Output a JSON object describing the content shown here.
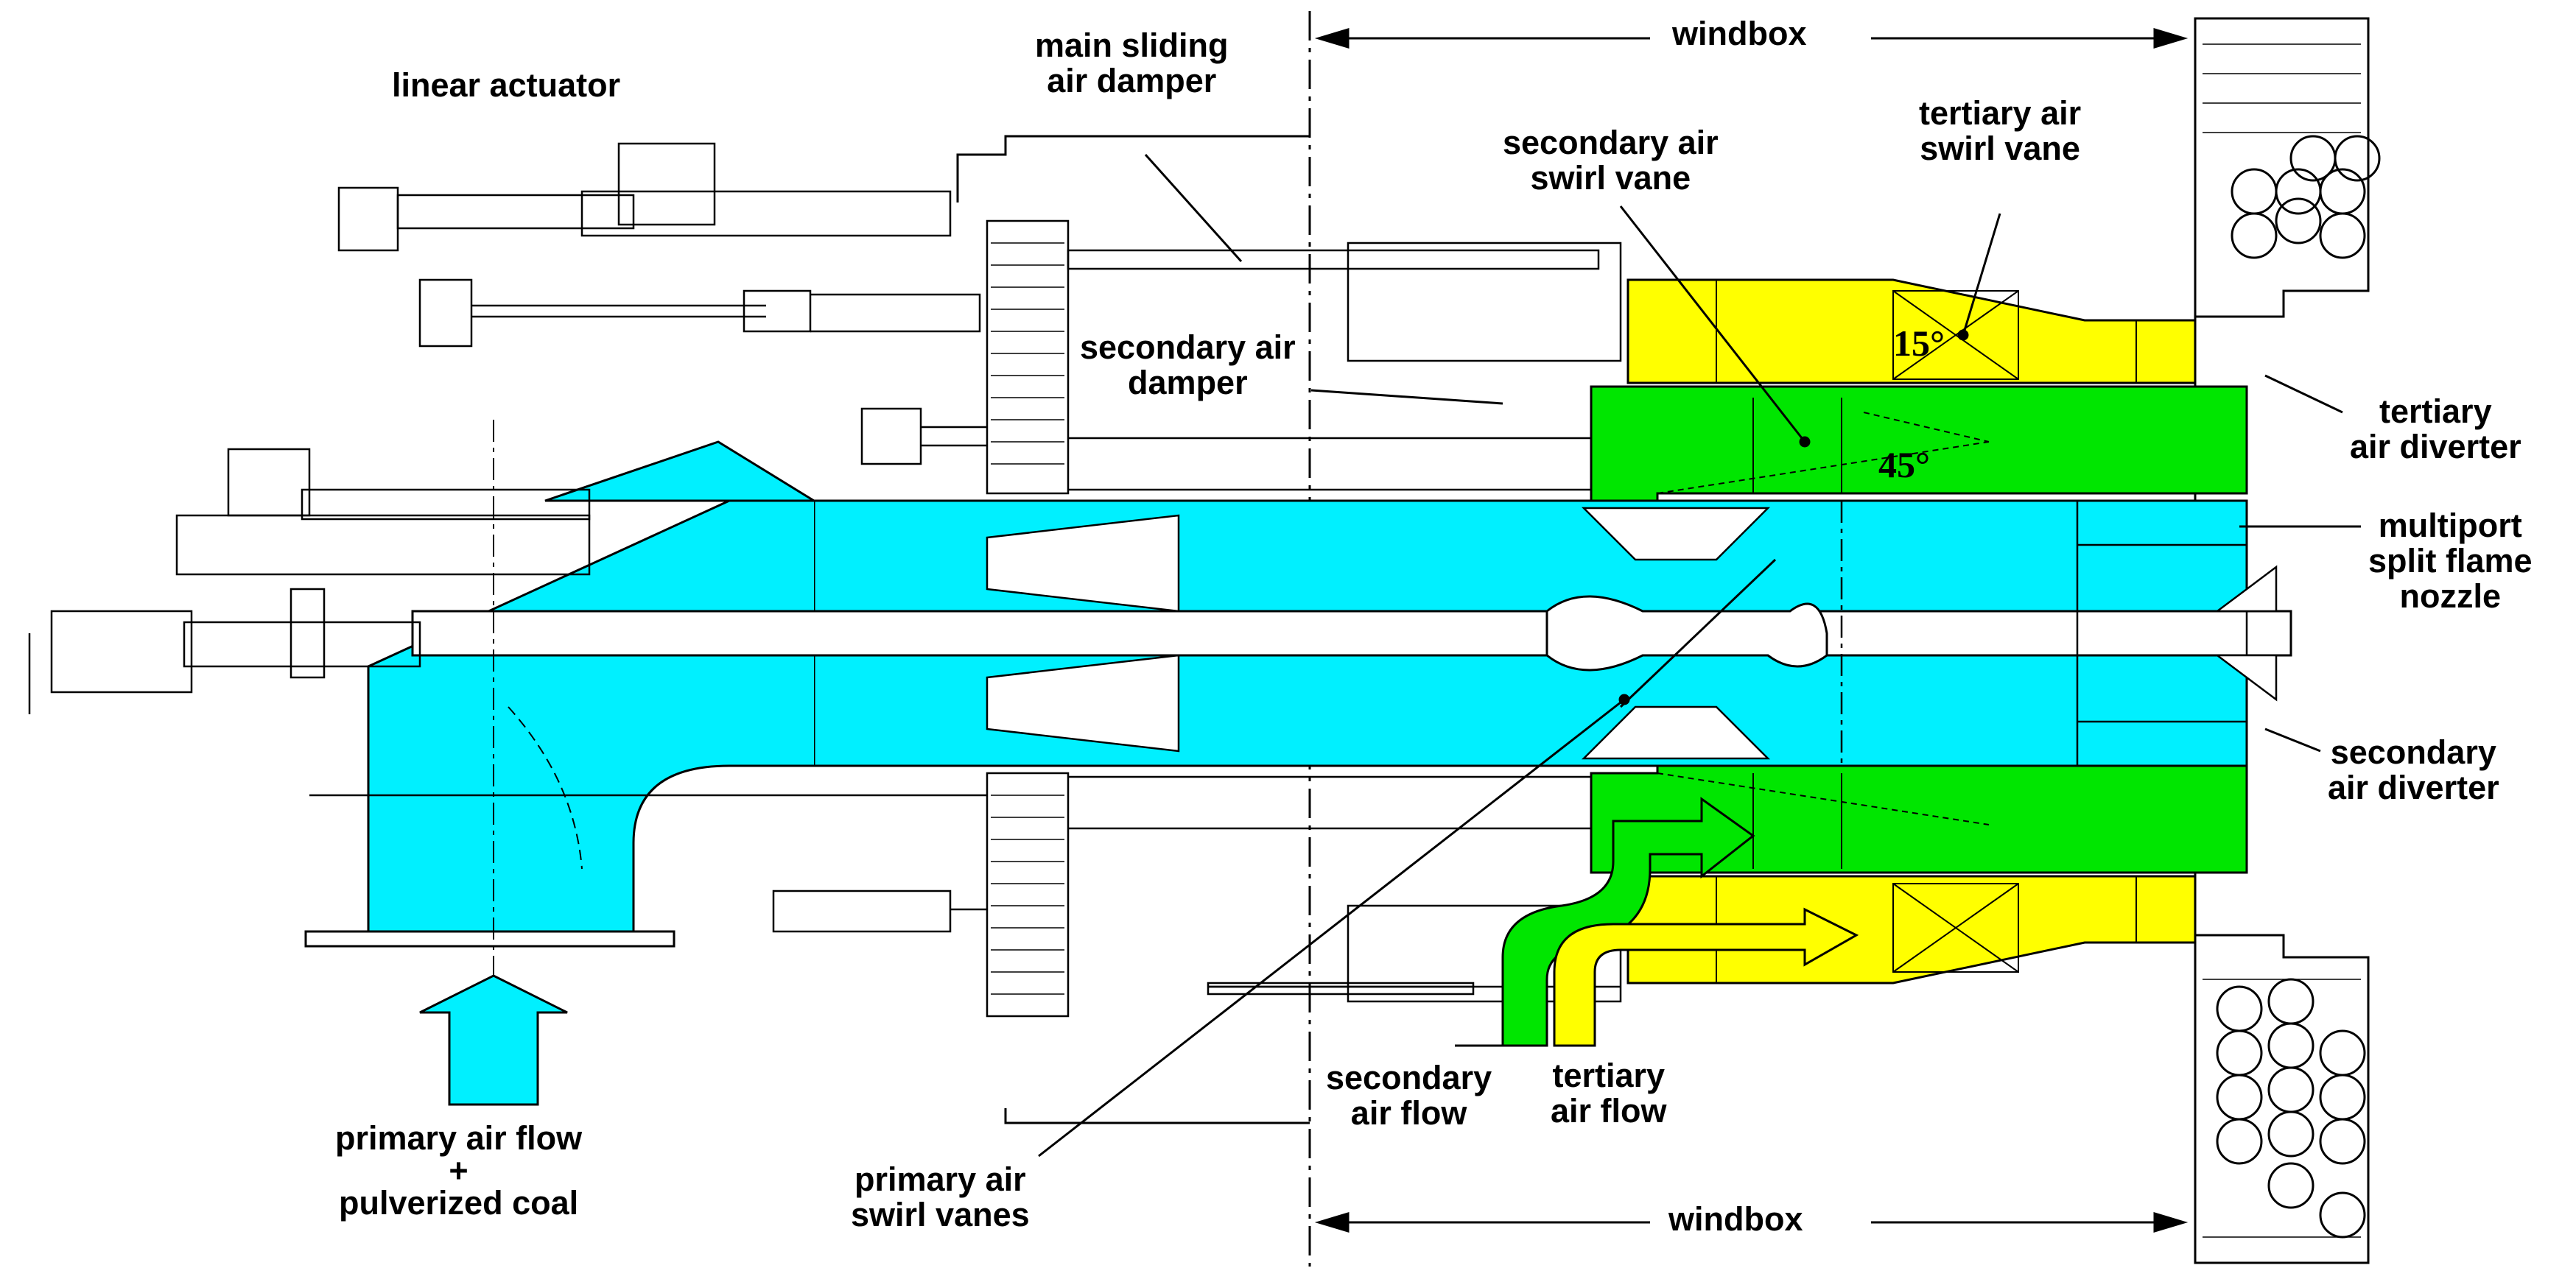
{
  "labels": {
    "windbox_top": "windbox",
    "windbox_bottom": "windbox",
    "linear_actuator": "linear actuator",
    "main_sliding_air_damper": [
      "main sliding",
      "air damper"
    ],
    "secondary_air_swirl_vane": [
      "secondary air",
      "swirl vane"
    ],
    "tertiary_air_swirl_vane": [
      "tertiary air",
      "swirl vane"
    ],
    "secondary_air_damper": [
      "secondary air",
      "damper"
    ],
    "tertiary_air_diverter": [
      "tertiary",
      "air diverter"
    ],
    "multiport_split_flame_nozzle": [
      "multiport",
      "split flame",
      "nozzle"
    ],
    "secondary_air_diverter": [
      "secondary",
      "air diverter"
    ],
    "primary_air_flow": [
      "primary air flow",
      "+",
      "pulverized coal"
    ],
    "primary_air_swirl_vanes": [
      "primary air",
      "swirl vanes"
    ],
    "secondary_air_flow": [
      "secondary",
      "air flow"
    ],
    "tertiary_air_flow": [
      "tertiary",
      "air flow"
    ],
    "angle_tertiary": "15°",
    "angle_secondary": "45°"
  },
  "colors": {
    "primary_air": "#00f0ff",
    "secondary_air": "#00e600",
    "tertiary_air": "#ffff00",
    "line": "#000000",
    "background": "#ffffff"
  }
}
